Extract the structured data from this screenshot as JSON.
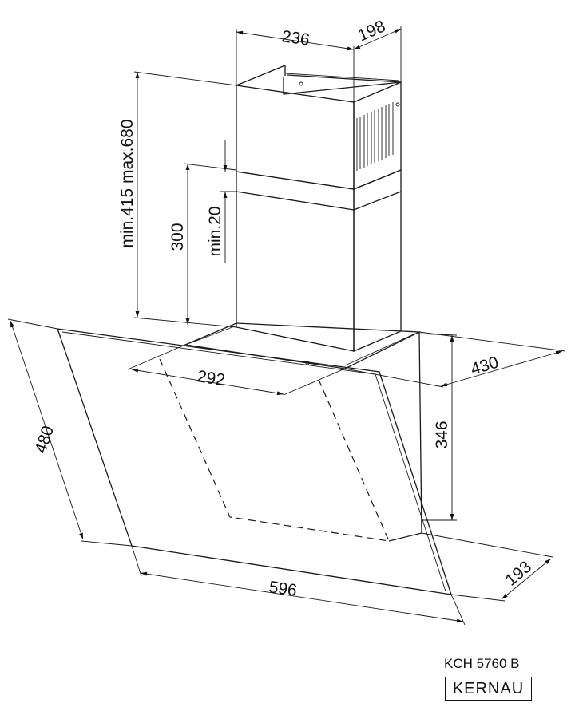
{
  "dimensions": {
    "chimney_width": "236",
    "chimney_depth": "198",
    "height_range": "min.415 max.680",
    "chimney_lower": "300",
    "overlap_min": "min.20",
    "inner_width": "292",
    "depth": "430",
    "canopy_height": "346",
    "glass_height": "480",
    "width": "596",
    "bottom_depth": "193"
  },
  "footer": {
    "model": "KCH 5760 B",
    "brand": "KERNAU"
  }
}
